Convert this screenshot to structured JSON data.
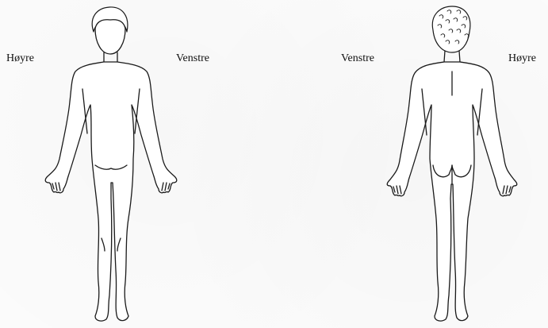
{
  "labels": {
    "front_right": "Høyre",
    "front_left": "Venstre",
    "back_left": "Venstre",
    "back_right": "Høyre"
  },
  "figures": {
    "front": {
      "view": "front",
      "icon": "body-front-icon"
    },
    "back": {
      "view": "back",
      "icon": "body-back-icon"
    }
  }
}
